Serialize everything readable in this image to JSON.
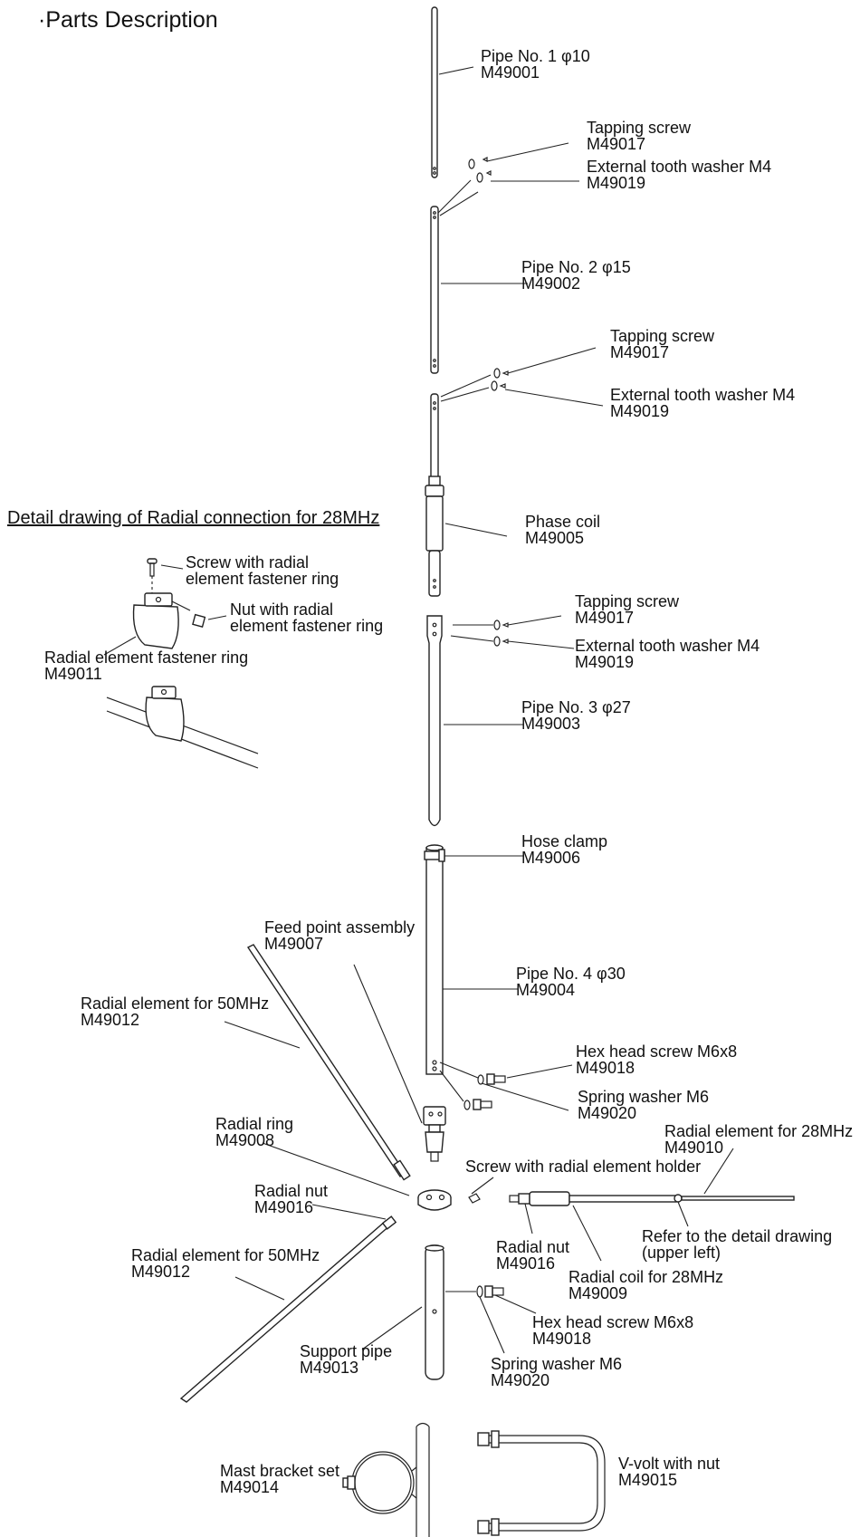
{
  "title": "·Parts Description",
  "detail_title": "Detail drawing of Radial connection for 28MHz",
  "parts": {
    "pipe1": {
      "name": "Pipe No. 1 φ10",
      "code": "M49001"
    },
    "tap1": {
      "name": "Tapping screw",
      "code": "M49017"
    },
    "wash1": {
      "name": "External tooth washer M4",
      "code": "M49019"
    },
    "pipe2": {
      "name": "Pipe No. 2 φ15",
      "code": "M49002"
    },
    "tap2": {
      "name": "Tapping screw",
      "code": "M49017"
    },
    "wash2": {
      "name": "External tooth washer M4",
      "code": "M49019"
    },
    "phase": {
      "name": "Phase coil",
      "code": "M49005"
    },
    "tap3": {
      "name": "Tapping screw",
      "code": "M49017"
    },
    "wash3": {
      "name": "External tooth washer M4",
      "code": "M49019"
    },
    "pipe3": {
      "name": "Pipe No. 3 φ27",
      "code": "M49003"
    },
    "hose": {
      "name": "Hose clamp",
      "code": "M49006"
    },
    "feed": {
      "name": "Feed point assembly",
      "code": "M49007"
    },
    "pipe4": {
      "name": "Pipe No. 4 φ30",
      "code": "M49004"
    },
    "rad50a": {
      "name": "Radial element for 50MHz",
      "code": "M49012"
    },
    "hex1": {
      "name": "Hex head screw M6x8",
      "code": "M49018"
    },
    "spring1": {
      "name": "Spring washer M6",
      "code": "M49020"
    },
    "ring": {
      "name": "Radial ring",
      "code": "M49008"
    },
    "rad28": {
      "name": "Radial element for 28MHz",
      "code": "M49010"
    },
    "holder": {
      "name": "Screw with radial element holder"
    },
    "nutL": {
      "name": "Radial nut",
      "code": "M49016"
    },
    "refer": {
      "line1": "Refer to the detail drawing",
      "line2": "(upper left)"
    },
    "rad50b": {
      "name": "Radial element for 50MHz",
      "code": "M49012"
    },
    "nutR": {
      "name": "Radial nut",
      "code": "M49016"
    },
    "coil28": {
      "name": "Radial coil for 28MHz",
      "code": "M49009"
    },
    "hex2": {
      "name": "Hex head screw M6x8",
      "code": "M49018"
    },
    "support": {
      "name": "Support pipe",
      "code": "M49013"
    },
    "spring2": {
      "name": "Spring washer M6",
      "code": "M49020"
    },
    "bracket": {
      "name": "Mast bracket set",
      "code": "M49014"
    },
    "vbolt": {
      "name": "V-volt with nut",
      "code": "M49015"
    },
    "det_screw": {
      "line1": "Screw with radial",
      "line2": "element fastener ring"
    },
    "det_nut": {
      "line1": "Nut with radial",
      "line2": "element fastener ring"
    },
    "det_ring": {
      "name": "Radial element fastener ring",
      "code": "M49011"
    }
  }
}
